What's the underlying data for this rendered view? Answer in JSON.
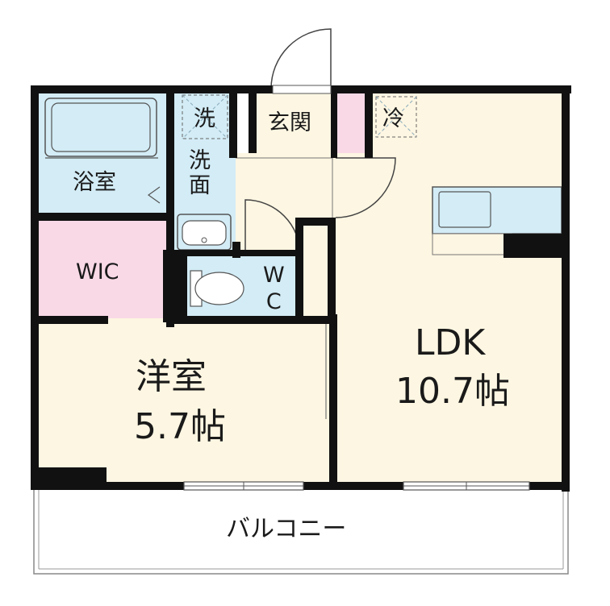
{
  "rooms": {
    "bath": "浴室",
    "walk_in_closet": "WIC",
    "wash_machine": "洗",
    "washroom": [
      "洗",
      "面"
    ],
    "entrance": "玄関",
    "fridge": "冷",
    "toilet": [
      "W",
      "C"
    ],
    "western_room": {
      "name": "洋室",
      "size": "5.7帖"
    },
    "ldk": {
      "name": "LDK",
      "size": "10.7帖"
    },
    "balcony": "バルコニー"
  },
  "colors": {
    "wall": "#111111",
    "wet_area": "#d3ecf6",
    "closet": "#f9d9e6",
    "floor": "#fdf6e2",
    "entrance_floor": "#fdf6e2",
    "entrance_accent": "#f9d9e6",
    "balcony": "#ffffff",
    "line": "#555555"
  }
}
